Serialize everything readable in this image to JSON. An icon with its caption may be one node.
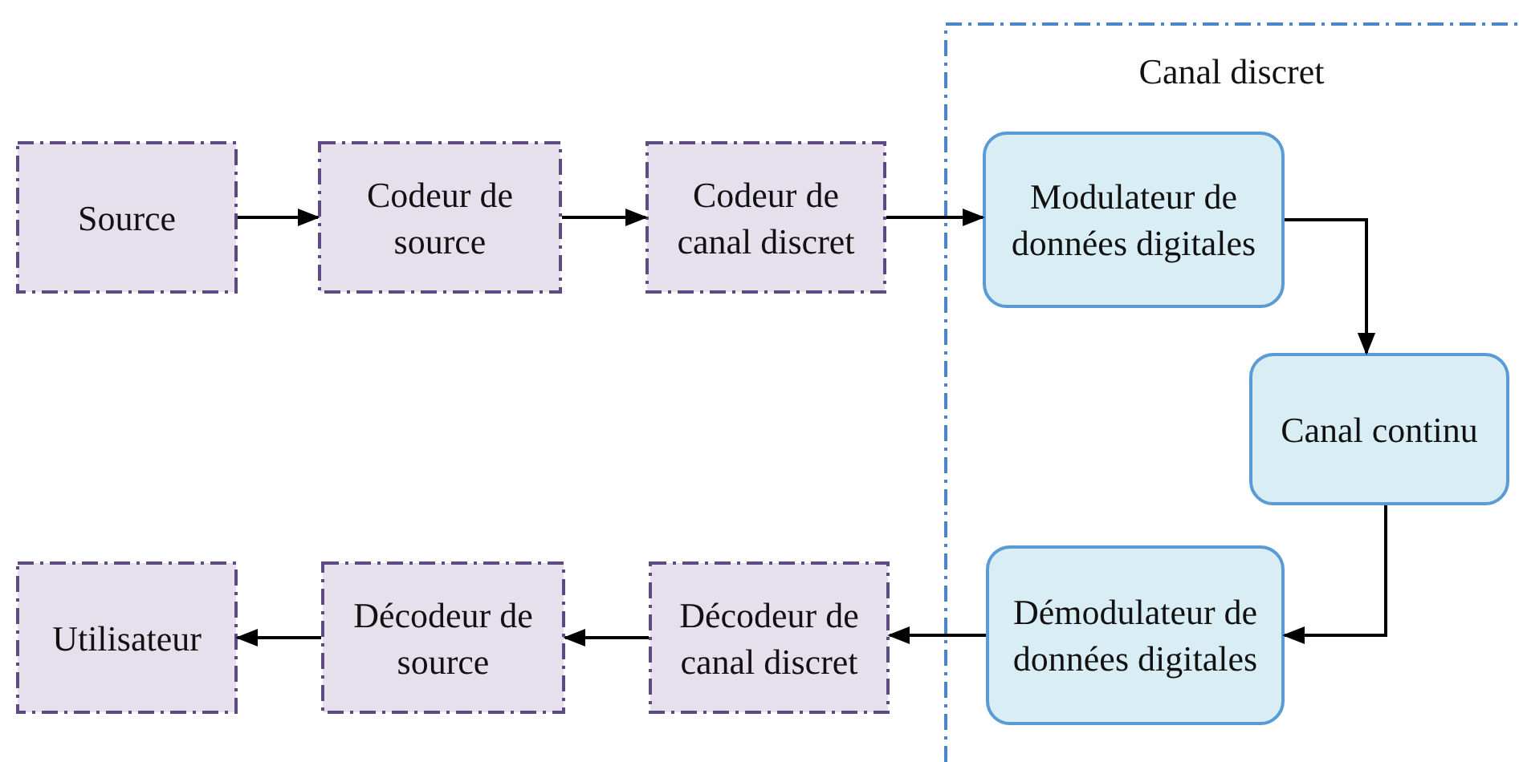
{
  "diagram": {
    "nodes": [
      {
        "text": [
          "Source"
        ]
      },
      {
        "text": [
          "Codeur de source"
        ]
      },
      {
        "text": [
          "Codeur de canal discret"
        ]
      },
      {
        "text": [
          "Canal discret"
        ]
      },
      {
        "text": [
          "Modulateur de données digitales"
        ],
        "in": 3
      },
      {
        "text": [
          "Canal continu"
        ],
        "in": 3
      },
      {
        "text": [
          "Démodulateur de données digitales"
        ],
        "in": 3
      },
      {
        "text": [
          "Décodeur de canal discret"
        ]
      },
      {
        "text": [
          "Décodeur de source"
        ]
      },
      {
        "text": [
          "Utilisateur"
        ]
      }
    ],
    "edges": [
      {
        "from": 0,
        "to": 1,
        "arrow": "to"
      },
      {
        "from": 1,
        "to": 2,
        "arrow": "to"
      },
      {
        "from": 2,
        "to": 4,
        "arrow": "to"
      },
      {
        "from": 4,
        "to": 5,
        "arrow": "to"
      },
      {
        "from": 5,
        "to": 6,
        "arrow": "to"
      },
      {
        "from": 6,
        "to": 7,
        "arrow": "to"
      },
      {
        "from": 7,
        "to": 8,
        "arrow": "to"
      },
      {
        "from": 8,
        "to": 9,
        "arrow": "to"
      }
    ]
  }
}
